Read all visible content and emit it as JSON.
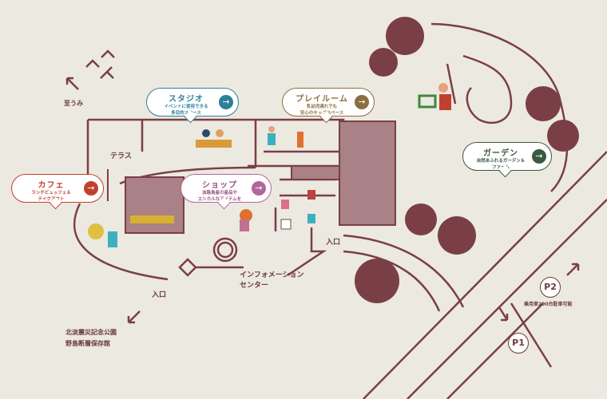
{
  "colors": {
    "bg": "#ece9e0",
    "line": "#7a3f45",
    "studio": "#2e7f9a",
    "playroom": "#8c6d3f",
    "cafe": "#c0402c",
    "shop": "#b0689a",
    "garden": "#3a5a40"
  },
  "bubbles": {
    "studio": {
      "title": "スタジオ",
      "desc1": "イベントに使用できる",
      "desc2": "多目的スペース"
    },
    "playroom": {
      "title": "プレイルーム",
      "desc1": "乳幼児連れでも",
      "desc2": "安心のキッズスペース"
    },
    "cafe": {
      "title": "カフェ",
      "desc1": "ランチビュッフェ＆",
      "desc2": "テイクアウト"
    },
    "shop": {
      "title": "ショップ",
      "desc1": "淡路島産の産品や",
      "desc2": "エシカルなアイテムを"
    },
    "garden": {
      "title": "ガーデン",
      "desc1": "自然あふれるガーデン＆",
      "desc2": "ファーム"
    }
  },
  "arrow": "→",
  "labels": {
    "sea": "至うみ",
    "terrace": "テラス",
    "entrance1": "入口",
    "entrance2": "入口",
    "info1": "インフォメーション",
    "info2": "センター",
    "park1": "北淡震災記念公園",
    "park2": "野島断層保存館",
    "p2": "P2",
    "p1": "P1",
    "p2_note": "乗用車200台駐車可能"
  }
}
